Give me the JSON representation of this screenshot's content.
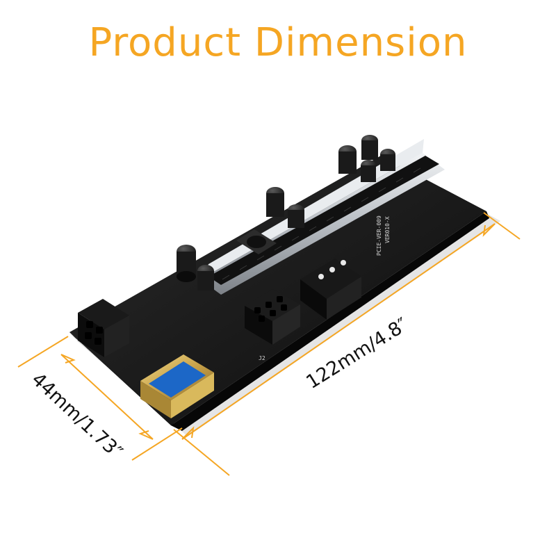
{
  "title": "Product Dimension",
  "dimensions": {
    "length_label": "122mm/4.8″",
    "width_label": "44mm/1.73″"
  },
  "board_markings": {
    "model": "VER010-X",
    "series": "PCIE-VER-009",
    "connector_j2": "J2"
  },
  "colors": {
    "title": "#f5a623",
    "dimension_line": "#f5a623",
    "board": "#141414",
    "slot_metal": "#c9cdd2",
    "usb_gold": "#c8a24a",
    "usb_blue": "#1c67c7"
  },
  "icons": {
    "usb": "usb-port-icon",
    "capacitor": "capacitor-icon"
  }
}
